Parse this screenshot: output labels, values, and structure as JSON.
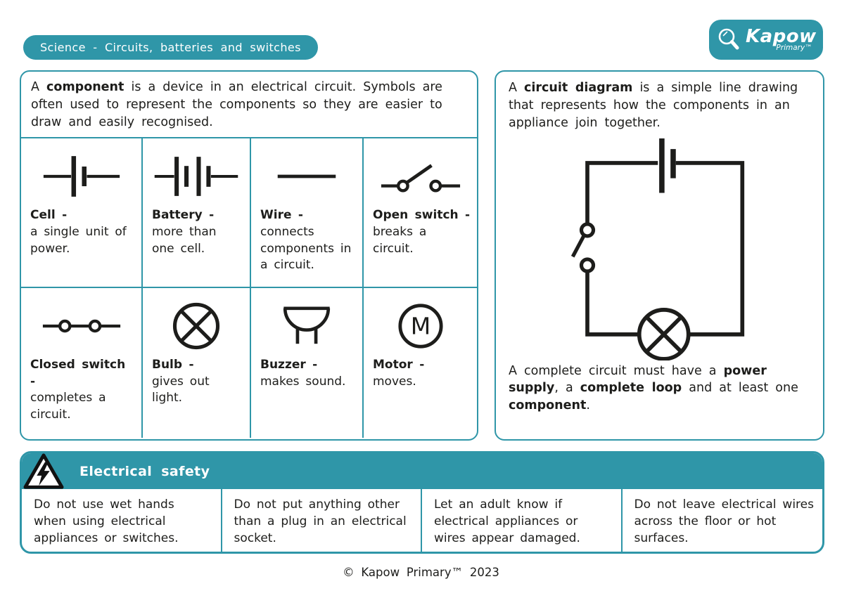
{
  "page": {
    "title": "Science - Circuits, batteries and switches",
    "footer": "© Kapow Primary™ 2023",
    "colors": {
      "teal": "#2F96A8",
      "ink": "#1D1D1B",
      "background": "#FFFFFF"
    }
  },
  "logo": {
    "brand": "Kapow",
    "sub": "Primary™"
  },
  "components_panel": {
    "intro": {
      "s1": "A ",
      "b1": "component",
      "s2": " is a device in an electrical circuit. Symbols are often used to represent the components so they are easier to draw and easily recognised."
    },
    "motor_letter": "M",
    "items": [
      {
        "icon": "cell-symbol",
        "label": "Cell -",
        "desc": "a single unit of power."
      },
      {
        "icon": "battery-symbol",
        "label": "Battery -",
        "desc": "more than one cell."
      },
      {
        "icon": "wire-symbol",
        "label": "Wire -",
        "desc": "connects components in a circuit."
      },
      {
        "icon": "open-switch-symbol",
        "label": "Open switch -",
        "desc": "breaks a circuit."
      },
      {
        "icon": "closed-switch-symbol",
        "label": "Closed switch -",
        "desc": "completes a circuit."
      },
      {
        "icon": "bulb-symbol",
        "label": "Bulb -",
        "desc": "gives out light."
      },
      {
        "icon": "buzzer-symbol",
        "label": "Buzzer -",
        "desc": "makes sound."
      },
      {
        "icon": "motor-symbol",
        "label": "Motor -",
        "desc": "moves."
      }
    ]
  },
  "diagram_panel": {
    "intro": {
      "s1": "A ",
      "b1": "circuit diagram",
      "s2": " is a simple line drawing that represents how the components in an appliance join together."
    },
    "outro": {
      "s1": "A complete circuit must have a ",
      "b1": "power supply",
      "s2": ", a ",
      "b2": "complete loop",
      "s3": " and at least one ",
      "b3": "component",
      "s4": "."
    }
  },
  "safety": {
    "heading": "Electrical safety",
    "tips": [
      "Do not use wet hands when using electrical appliances or switches.",
      "Do not put anything other than a plug in an electrical socket.",
      "Let an adult know if electrical appliances or wires appear damaged.",
      "Do not leave electrical wires across the floor or hot surfaces."
    ]
  }
}
